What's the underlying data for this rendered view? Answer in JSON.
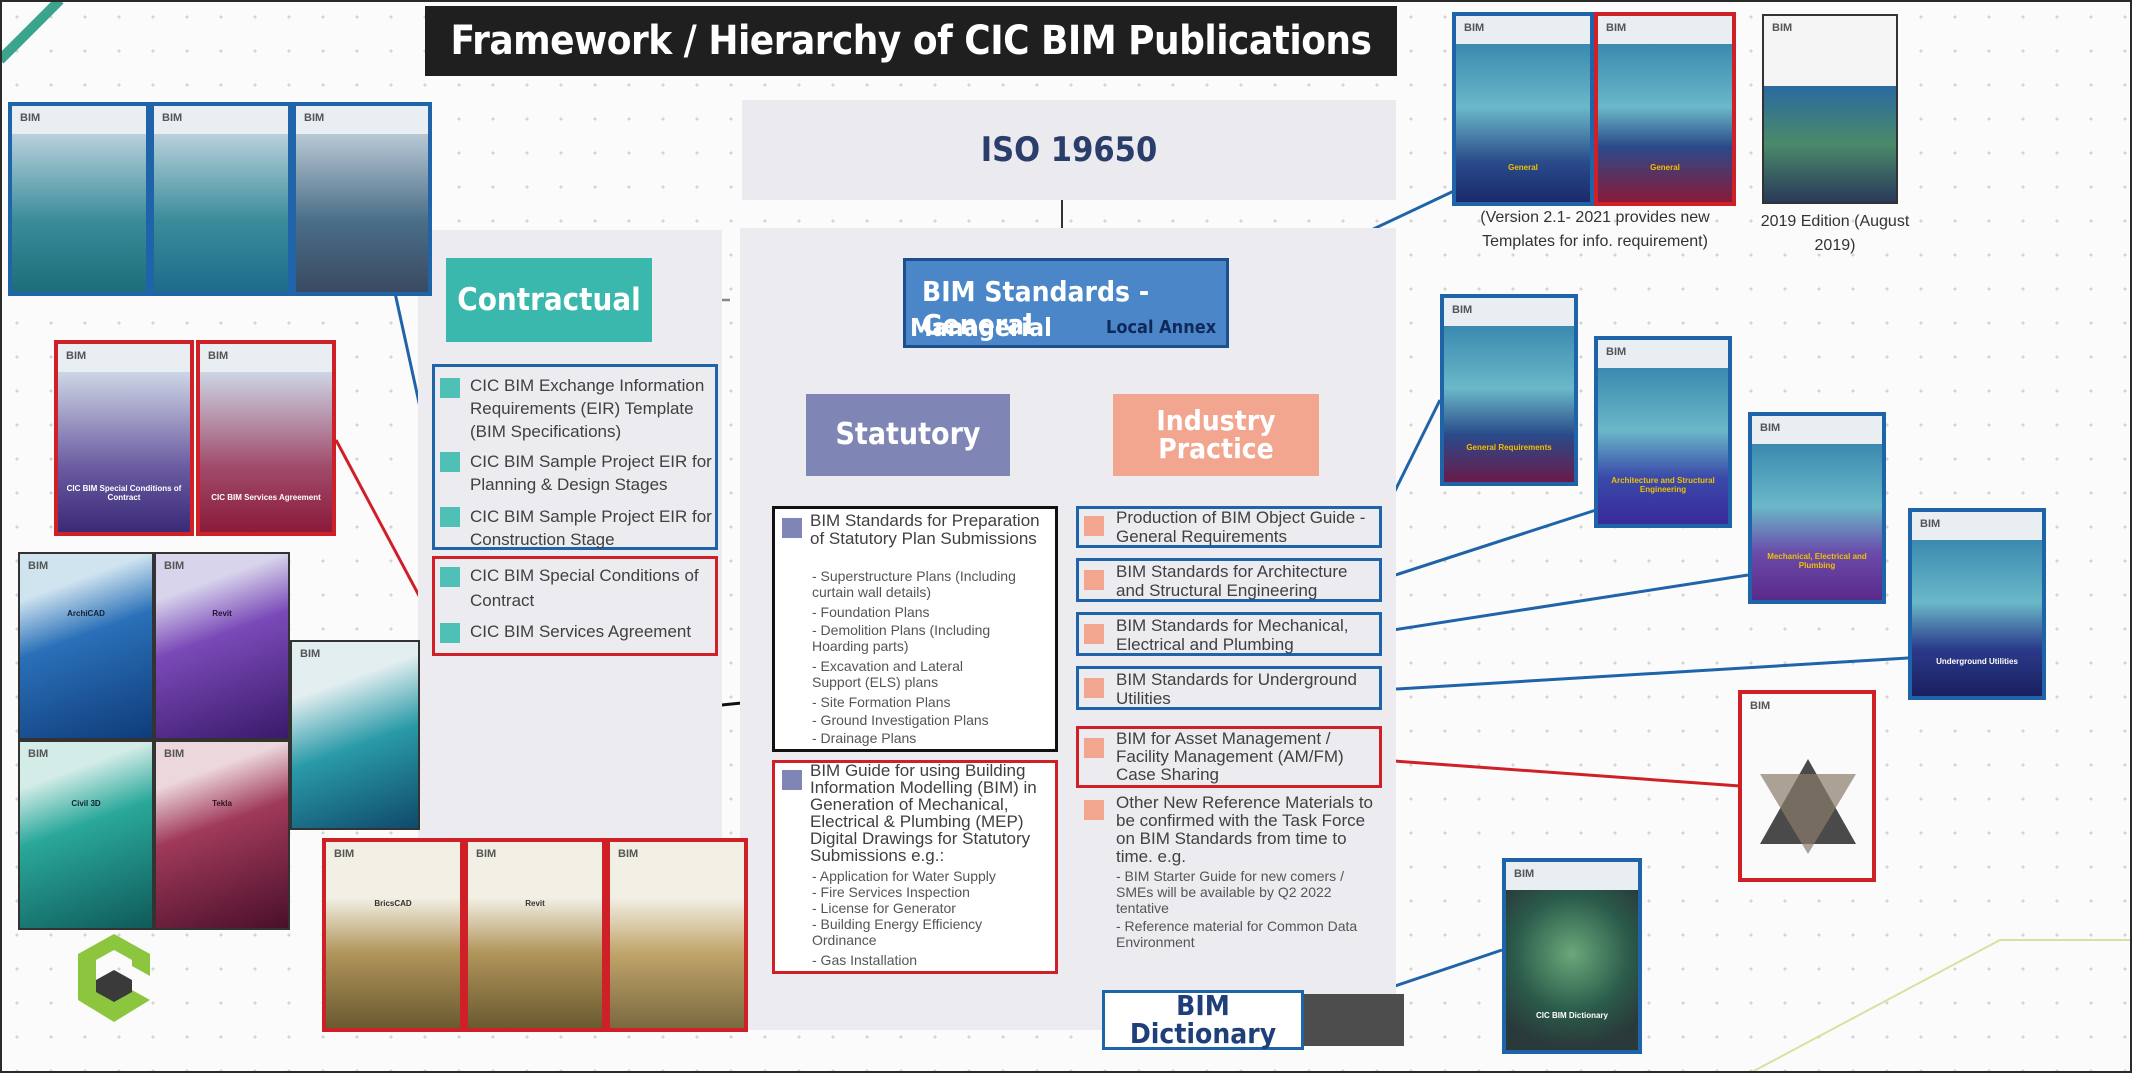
{
  "title": "Framework / Hierarchy of CIC BIM Publications",
  "iso": "ISO 19650",
  "bim_standards_general": {
    "line1": "BIM Standards - General",
    "line2": "Managerial",
    "line3": "Local Annex"
  },
  "contractual": "Contractual",
  "statutory": "Statutory",
  "industry": "Industry Practice",
  "dictionary": "BIM Dictionary",
  "logo_text": "BIM",
  "contractual_items": [
    "CIC BIM Exchange Information Requirements (EIR) Template (BIM Specifications)",
    "CIC BIM Sample Project EIR for Planning & Design Stages",
    "CIC BIM Sample Project EIR for Construction Stage",
    "CIC BIM Special Conditions of Contract",
    "CIC BIM Services Agreement"
  ],
  "statutory_main": "BIM Standards for Preparation of Statutory Plan Submissions",
  "statutory_subs": [
    "- Superstructure Plans (Including curtain wall details)",
    "- Foundation Plans",
    "- Demolition Plans (Including Hoarding parts)",
    "- Excavation and Lateral Support (ELS) plans",
    "- Site Formation Plans",
    "- Ground Investigation Plans",
    "- Drainage Plans"
  ],
  "mep_main": "BIM Guide for using Building Information Modelling (BIM) in Generation of Mechanical, Electrical & Plumbing (MEP) Digital Drawings for Statutory Submissions e.g.:",
  "mep_subs": [
    "- Application for Water Supply",
    "- Fire Services Inspection",
    "- License for Generator",
    "- Building Energy Efficiency Ordinance",
    "- Gas Installation"
  ],
  "industry_items": [
    "Production of BIM Object Guide - General Requirements",
    "BIM Standards for Architecture and Structural Engineering",
    "BIM Standards for Mechanical, Electrical and Plumbing",
    "BIM Standards for Underground Utilities",
    "BIM for Asset Management / Facility Management (AM/FM) Case Sharing",
    "Other New Reference Materials to be confirmed with the Task Force on BIM Standards from time to time. e.g."
  ],
  "other_subs": [
    "- BIM Starter Guide for new comers / SMEs will be available by Q2 2022 tentative",
    "- Reference material for Common Data Environment"
  ],
  "captions": {
    "version": "(Version 2.1- 2021 provides new Templates for info. requirement)",
    "edition": "2019 Edition (August 2019)"
  },
  "cover_titles": {
    "special": "CIC BIM Special Conditions of Contract",
    "services": "CIC BIM Services Agreement",
    "objects": "General Requirements",
    "arch": "Architecture and Structural Engineering",
    "mep": "Mechanical, Electrical and Plumbing",
    "underground": "Underground Utilities",
    "archicad": "ArchiCAD",
    "revit": "Revit",
    "civil3d": "Civil 3D",
    "tekla": "Tekla",
    "bricscad": "BricsCAD",
    "general": "General",
    "dictionary": "CIC BIM Dictionary"
  },
  "colors": {
    "teal": "#3bb8ae",
    "statutory": "#7f86b6",
    "industry": "#f2a58f",
    "blue": "#1f64a8",
    "red": "#cf2027"
  }
}
